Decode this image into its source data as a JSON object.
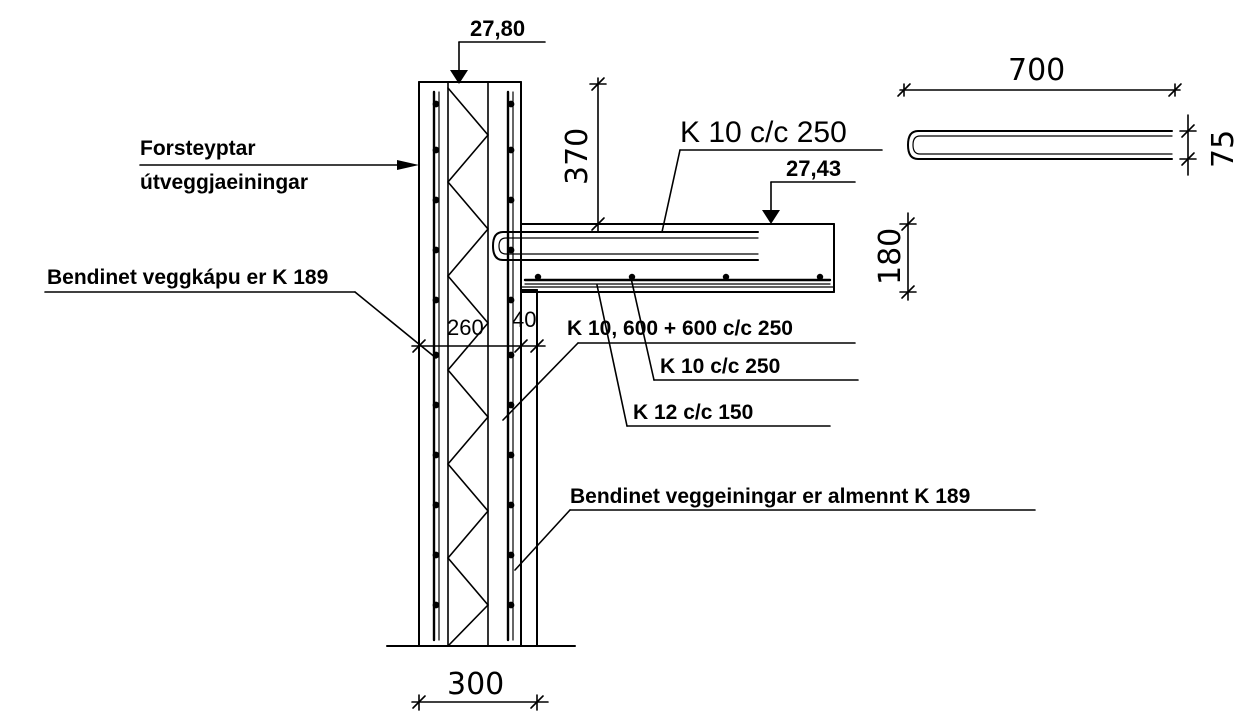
{
  "elevations": {
    "top_wall": "27,80",
    "slab": "27,43"
  },
  "labels": {
    "precast_line1": "Forsteyptar",
    "precast_line2": "útveggjaeiningar",
    "skin_mesh": "Bendinet veggkápu er K 189",
    "wall_mesh": "Bendinet veggeiningar er almennt K 189",
    "rebar_top": "K 10 c/c 250",
    "rebar_combo": "K 10, 600 + 600 c/c 250",
    "rebar_mid": "K 10 c/c 250",
    "rebar_bottom": "K 12 c/c 150"
  },
  "dimensions": {
    "d700": "700",
    "d75": "75",
    "d370": "370",
    "d180": "180",
    "d260": "260",
    "d40": "40",
    "d300": "300"
  }
}
